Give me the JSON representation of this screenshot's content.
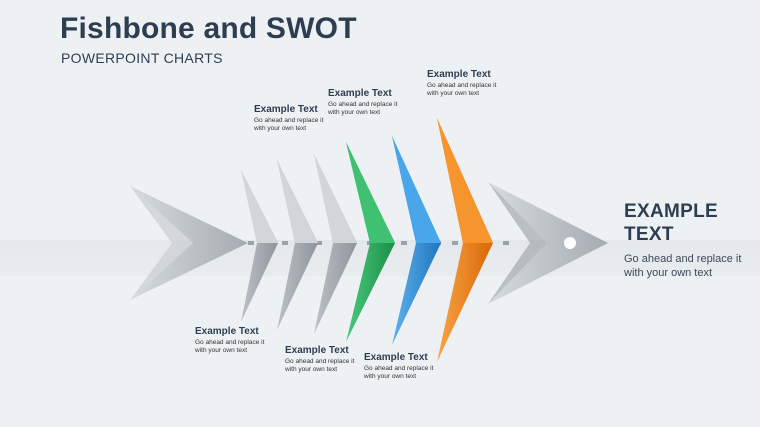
{
  "slide": {
    "title": "Fishbone and SWOT",
    "subtitle": "POWERPOINT CHARTS"
  },
  "labels": [
    {
      "heading": "Example Text",
      "body": "Go ahead and replace it with your own text"
    },
    {
      "heading": "Example Text",
      "body": "Go ahead and replace it with your own text"
    },
    {
      "heading": "Example Text",
      "body": "Go ahead and replace it with your own text"
    },
    {
      "heading": "Example Text",
      "body": "Go ahead and replace it with your own text"
    },
    {
      "heading": "Example Text",
      "body": "Go ahead and replace it with your own text"
    },
    {
      "heading": "Example Text",
      "body": "Go ahead and replace it with your own text"
    }
  ],
  "head_label": {
    "heading": "EXAMPLE TEXT",
    "body": "Go ahead and replace it with your own text"
  },
  "colors": {
    "title": "#2d3e50",
    "grey_bone": "#b9bec3",
    "green_bone": "#27ae60",
    "blue_bone": "#2e8fd8",
    "orange_bone": "#f07d16"
  }
}
